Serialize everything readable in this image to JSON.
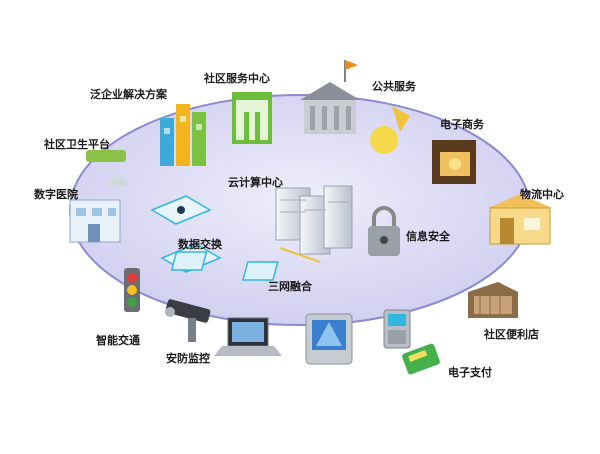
{
  "diagram": {
    "labels": {
      "enterprise": "泛企业解决方案",
      "community_service_center": "社区服务中心",
      "public_service": "公共服务",
      "ecommerce": "电子商务",
      "community_health": "社区卫生平台",
      "digital_hospital": "数字医院",
      "cloud_center": "云计算中心",
      "logistics_center": "物流中心",
      "data_exchange": "数据交换",
      "info_security": "信息安全",
      "triple_network": "三网融合",
      "smart_traffic": "智能交通",
      "security_monitor": "安防监控",
      "community_store": "社区便利店",
      "e_payment": "电子支付"
    },
    "colors": {
      "ellipse_fill": "#d7d6f1",
      "ellipse_stroke": "#8c8ad2",
      "server": "#d9dde6",
      "accent_green": "#6bbf3a",
      "accent_cyan": "#2fb7e0",
      "accent_orange": "#f0a020"
    }
  }
}
